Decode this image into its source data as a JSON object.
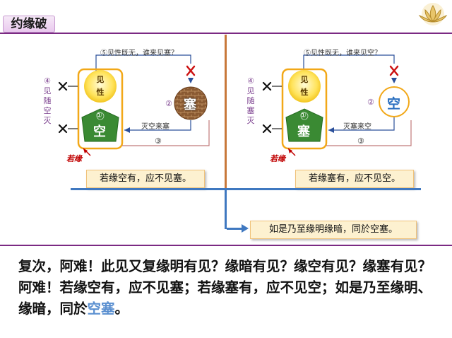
{
  "header": {
    "title": "约缘破"
  },
  "left_panel": {
    "top_label": "⑤见性既无，谁来见塞？",
    "side_vertical": [
      "④",
      "见",
      "随",
      "空",
      "灭"
    ],
    "see_chars": [
      "见",
      "性"
    ],
    "lower_num": "①",
    "lower_char": "空",
    "circle_num": "②",
    "circle_char": "塞",
    "arrow_label": "灭空来塞",
    "bottom_num": "③",
    "cause_label": "若缘",
    "caption": "若缘空有，应不见塞。"
  },
  "right_panel": {
    "top_label": "⑤见性既无，谁来见空？",
    "side_vertical": [
      "④",
      "见",
      "随",
      "塞",
      "灭"
    ],
    "see_chars": [
      "见",
      "性"
    ],
    "lower_num": "①",
    "lower_char": "塞",
    "circle_num": "②",
    "circle_char": "空",
    "arrow_label": "灭塞来空",
    "bottom_num": "③",
    "cause_label": "若缘",
    "caption": "若缘塞有，应不见空。"
  },
  "conclusion": "如是乃至缘明缘暗，同於空塞。",
  "body": {
    "text_main": "复次，阿难！此见又复缘明有见？缘暗有见？缘空有见？缘塞有见？阿难！若缘空有，应不见塞；若缘塞有，应不见空；如是乃至缘明、缘暗，同於",
    "text_highlight": "空塞",
    "text_end": "。"
  },
  "colors": {
    "accent_purple": "#7b2a83",
    "divider_orange": "#c8783a",
    "flow_blue": "#3f78c0",
    "cross_red": "#cc1111",
    "cone_green": "#3a8a33",
    "sun_yellow": "#ffe35a"
  },
  "icons": [
    "lotus-logo-icon",
    "cross-icon",
    "red-x-icon",
    "up-arrow-icon",
    "brick-circle-icon",
    "empty-circle-icon",
    "down-arrow-icon"
  ]
}
